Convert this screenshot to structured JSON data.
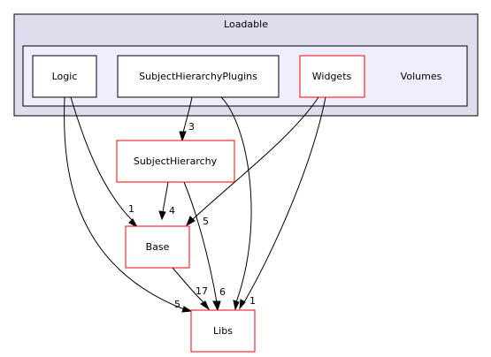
{
  "colors": {
    "outer_cluster_fill": "#ddddee",
    "inner_cluster_fill": "#eeeeff",
    "node_fill": "#ffffff",
    "black_border": "#000000",
    "red_border": "#ff0000"
  },
  "clusters": {
    "loadable": {
      "label": "Loadable"
    },
    "volumes": {
      "label": "Volumes"
    }
  },
  "nodes": {
    "logic": {
      "label": "Logic"
    },
    "subject_hierarchy_plugins": {
      "label": "SubjectHierarchyPlugins"
    },
    "widgets": {
      "label": "Widgets"
    },
    "subject_hierarchy": {
      "label": "SubjectHierarchy"
    },
    "base": {
      "label": "Base"
    },
    "libs": {
      "label": "Libs"
    }
  },
  "edges": {
    "plugins_to_subject_hierarchy": {
      "label": "3"
    },
    "logic_to_base": {
      "label": "1"
    },
    "subject_hierarchy_to_base": {
      "label": "4"
    },
    "widgets_to_base": {
      "label": "5"
    },
    "base_to_libs": {
      "label": "17"
    },
    "subject_hierarchy_to_libs": {
      "label": "6"
    },
    "logic_to_libs": {
      "label": "5"
    },
    "plugins_and_widgets_to_libs": {
      "label": "1"
    }
  }
}
